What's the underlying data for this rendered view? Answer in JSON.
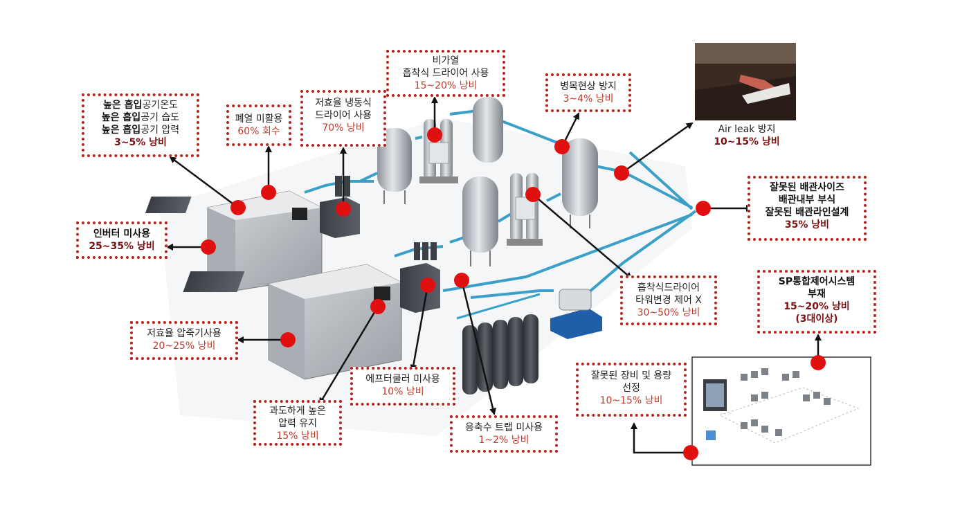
{
  "callouts": {
    "intake": {
      "line1_bold": "높은 흡입",
      "line1_rest": "공기온도",
      "line2_bold": "높은 흡입",
      "line2_rest": "공기 습도",
      "line3_bold": "높은 흡입",
      "line3_rest": "공기 압력",
      "value": "3~5% 낭비"
    },
    "heat_recovery": {
      "label": "폐열 미활용",
      "value": "60% 회수"
    },
    "ref_dryer": {
      "line1": "저효율 냉동식",
      "line2": "드라이어 사용",
      "value": "70% 낭비"
    },
    "desiccant": {
      "line1": "비가열",
      "line2": "흡착식 드라이어 사용",
      "value": "15~20% 낭비"
    },
    "bottleneck": {
      "label": "병목현상 방지",
      "value": "3~4% 낭비"
    },
    "air_leak": {
      "label": "Air leak 방지",
      "value": "10~15% 낭비"
    },
    "piping": {
      "line1": "잘못된 배관사이즈",
      "line2": "배관내부 부식",
      "line3": "잘못된 배관라인설계",
      "value": "35% 낭비"
    },
    "inverter": {
      "label": "인버터 미사용",
      "value": "25~35% 낭비"
    },
    "tower": {
      "line1": "흡착식드라이어",
      "line2": "타워변경 제어 X",
      "value": "30~50% 낭비"
    },
    "sp_control": {
      "line1": "SP통합제어시스템",
      "line2": "부재",
      "value": "15~20% 낭비",
      "note": "(3대이상)"
    },
    "low_eff_comp": {
      "label": "저효율 압죽기사용",
      "value": "20~25% 낭비"
    },
    "aftercooler": {
      "label": "에프터쿨러 미사용",
      "value": "10% 낭비"
    },
    "equip_select": {
      "line1": "잘못된 장비 및 용량",
      "line2": "선정",
      "value": "10~15% 낭비"
    },
    "high_pressure": {
      "line1": "과도하게 높은",
      "line2": "압력 유지",
      "value": "15% 낭비"
    },
    "trap": {
      "label": "응축수 트랩 미사용",
      "value": "1~2% 낭비"
    }
  },
  "colors": {
    "callout_border": "#b3261e",
    "marker": "#e01010",
    "waste_text": "#c0392b",
    "pipe": "#3aa0c8",
    "equipment": "#b8bcc2"
  },
  "icons": [
    "hotspot-marker",
    "arrow",
    "compressor",
    "dryer",
    "receiver-tank",
    "filter",
    "gas-cylinder",
    "control-panel"
  ]
}
